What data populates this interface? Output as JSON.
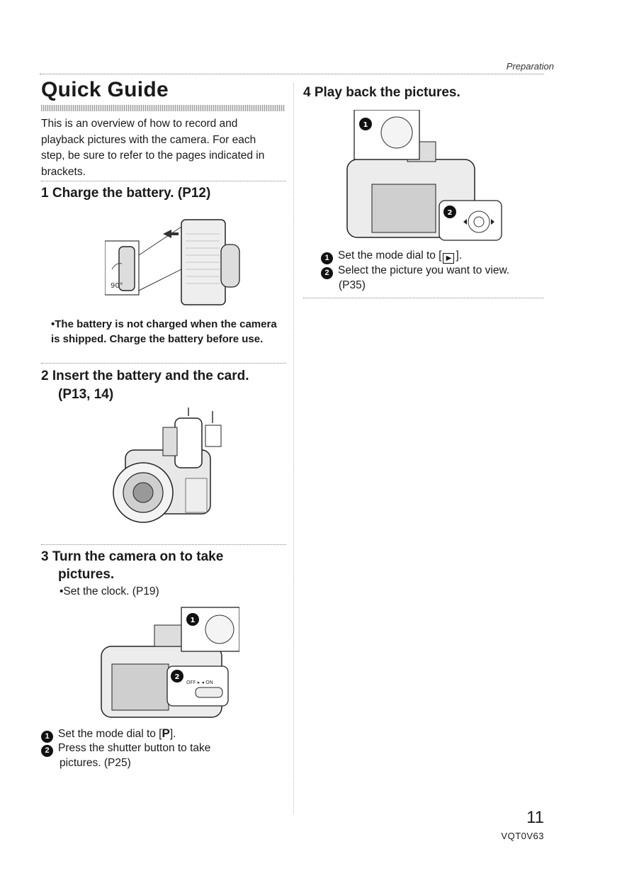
{
  "header": {
    "section": "Preparation"
  },
  "title": "Quick Guide",
  "intro": "This is an overview of how to record and playback pictures with the camera. For each step, be sure to refer to the pages indicated in brackets.",
  "steps": [
    {
      "heading": "1 Charge the battery. (P12)",
      "illustration_label": "90°",
      "note": "•The battery is not charged when the camera is shipped. Charge the battery before use."
    },
    {
      "heading_line1": "2 Insert the battery and the card.",
      "heading_line2": "(P13, 14)"
    },
    {
      "heading_line1": "3 Turn the camera on to take",
      "heading_line2": "pictures.",
      "sub": "•Set the clock. (P19)",
      "switch_label": "OFF ▸ ◂ ON",
      "items": [
        {
          "num": "1",
          "prefix": "Set the mode dial to [",
          "icon": "P",
          "suffix": "]."
        },
        {
          "num": "2",
          "line1": "Press the shutter button to take",
          "line2": "pictures. (P25)"
        }
      ]
    },
    {
      "heading": "4 Play back the pictures.",
      "items": [
        {
          "num": "1",
          "prefix": "Set the mode dial to [",
          "icon": "▶",
          "suffix": "]."
        },
        {
          "num": "2",
          "line1": "Select the picture you want to view.",
          "line2": "(P35)"
        }
      ]
    }
  ],
  "footer": {
    "page_number": "11",
    "doc_code": "VQT0V63"
  },
  "colors": {
    "text": "#1a1a1a",
    "rule": "#888888"
  }
}
